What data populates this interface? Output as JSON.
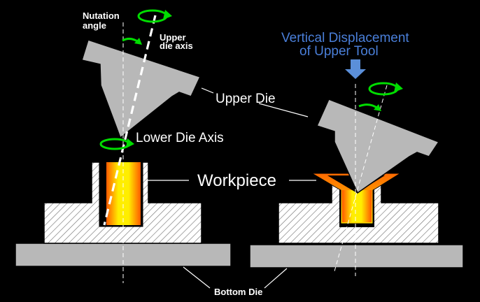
{
  "labels": {
    "nutation_angle_line1": "Nutation",
    "nutation_angle_line2": "angle",
    "upper_die_axis_line1": "Upper",
    "upper_die_axis_line2": "die axis",
    "vertical_displacement_line1": "Vertical Displacement",
    "vertical_displacement_line2": "of Upper Tool",
    "upper_die": "Upper Die",
    "lower_die_axis": "Lower Die Axis",
    "workpiece": "Workpiece",
    "bottom_die": "Bottom Die"
  },
  "colors": {
    "background": "#000000",
    "die_gray": "#b8b8b8",
    "rotation_arrow": "#00dd00",
    "displacement_arrow": "#5b8fd9",
    "workpiece_core": "#ffee00",
    "workpiece_edge": "#ff5a00"
  },
  "icons": {
    "rotation": "circular-arrow-icon",
    "displacement": "down-arrow-icon"
  }
}
